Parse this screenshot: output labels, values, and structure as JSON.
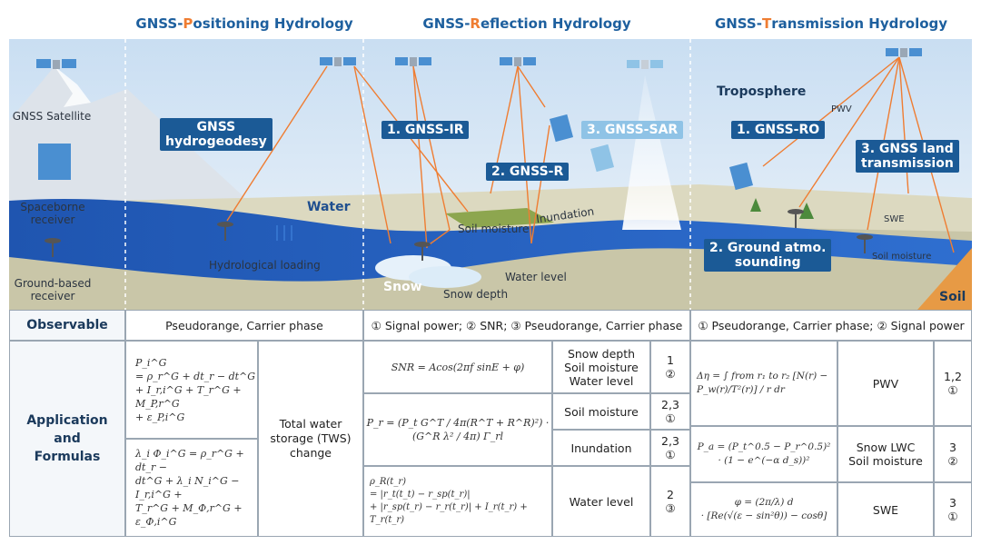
{
  "headers": {
    "positioning": {
      "pre": "GNSS-",
      "accent": "P",
      "post": "ositioning Hydrology"
    },
    "reflection": {
      "pre": "GNSS-",
      "accent": "R",
      "post": "eflection Hydrology"
    },
    "transmission": {
      "pre": "GNSS-",
      "accent": "T",
      "post": "ransmission Hydrology"
    }
  },
  "scene": {
    "legend": {
      "gnss_satellite": "GNSS Satellite",
      "spaceborne_receiver": "Spaceborne\nreceiver",
      "ground_receiver": "Ground-based\nreceiver"
    },
    "positioning": {
      "method_box": "GNSS\nhydrogeodesy",
      "loading": "Hydrological loading",
      "water": "Water"
    },
    "reflection": {
      "ir_box": "1. GNSS-IR",
      "r_box": "2. GNSS-R",
      "sar_box": "3. GNSS-SAR",
      "soil_moisture": "Soil moisture",
      "inundation": "Inundation",
      "water_level": "Water level",
      "snow": "Snow",
      "snow_depth": "Snow depth"
    },
    "transmission": {
      "troposphere": "Troposphere",
      "pwv": "PWV",
      "ro_box": "1. GNSS-RO",
      "land_box": "3. GNSS land\ntransmission",
      "atmo_box": "2. Ground atmo.\nsounding",
      "swe": "SWE",
      "soil_moisture": "Soil moisture",
      "soil": "Soil"
    }
  },
  "table": {
    "observable_head": "Observable",
    "observable_pos": "Pseudorange, Carrier phase",
    "observable_ref": "① Signal power; ② SNR; ③ Pseudorange, Carrier phase",
    "observable_tra": "① Pseudorange, Carrier phase; ② Signal power",
    "application_head": "Application\nand\nFormulas",
    "pos_formula_1": "P_i^G\n= ρ_r^G + dt_r − dt^G\n+ I_r,i^G + T_r^G + M_P,r^G\n+ ε_P,i^G",
    "pos_formula_2": "λ_i Φ_i^G = ρ_r^G + dt_r −\ndt^G + λ_i N_i^G − I_r,i^G +\nT_r^G + M_Φ,r^G + ε_Φ,i^G",
    "pos_application": "Total water\nstorage (TWS)\nchange",
    "ref_rows": [
      {
        "formula": "SNR = Acos(2πf sinE + φ)",
        "app": "Snow depth\nSoil moisture\nWater level",
        "idx": "1\n②"
      },
      {
        "formula": "P_r = (P_t G^T / 4π(R^T + R^R)²) · (G^R λ² / 4π) Γ_rl",
        "app": "Soil moisture",
        "idx": "2,3\n①"
      },
      {
        "formula": "",
        "app": "Inundation",
        "idx": "2,3\n①"
      },
      {
        "formula": "ρ_R(t_r)\n= |r_t(t_t) − r_sp(t_r)|\n+ |r_sp(t_r) − r_r(t_r)| + I_r(t_r) + T_r(t_r)",
        "app": "Water level",
        "idx": "2\n③"
      }
    ],
    "tra_rows": [
      {
        "formula": "Δη = ∫ from r₁ to r₂ [N(r) − P_w(r)/T²(r)] / r dr",
        "app": "PWV",
        "idx": "1,2\n①"
      },
      {
        "formula": "P_a = (P_t^0.5 − P_r^0.5)²\n· (1 − e^(−α d_s))²",
        "app": "Snow LWC\nSoil moisture",
        "idx": "3\n②"
      },
      {
        "formula": "φ = (2π/λ) d\n· [Re(√(ε − sin²θ)) − cosθ]",
        "app": "SWE",
        "idx": "3\n①"
      }
    ]
  },
  "colors": {
    "title_blue": "#1d5f9e",
    "accent_orange": "#ef7d32",
    "box_blue": "#1b5a96",
    "box_light": "#8fc3e6",
    "water_blue": "#2e66c2",
    "sky": "#cfe2f3"
  }
}
